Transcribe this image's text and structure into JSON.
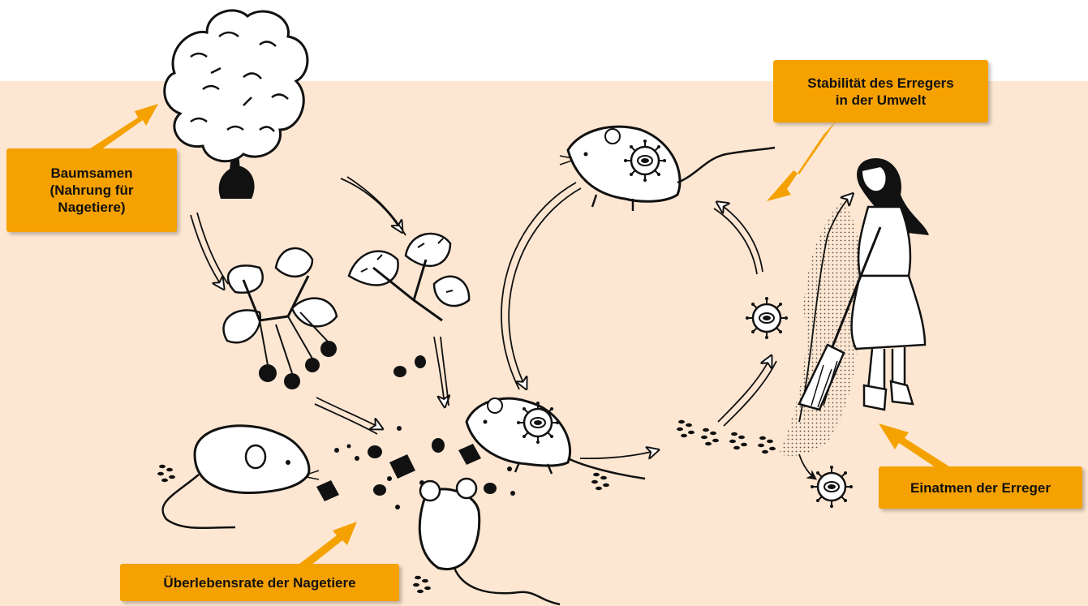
{
  "labels": {
    "seeds": {
      "line1": "Baumsamen",
      "line2": "(Nahrung für",
      "line3": "Nagetiere)"
    },
    "survival": "Überlebensrate der Nagetiere",
    "stability": {
      "line1": "Stabilität des Erregers",
      "line2": "in der Umwelt"
    },
    "inhale": "Einatmen der Erreger"
  },
  "colors": {
    "background_band": "#fde7d2",
    "label_box": "#f5a100",
    "pointer_arrow": "#f5a100",
    "line_art": "#111111"
  },
  "icons": [
    "tree-icon",
    "beech-branch-icon",
    "oak-branch-icon",
    "acorn-icon",
    "mouse-icon",
    "virus-icon",
    "droppings-icon",
    "woman-sweeping-icon",
    "broom-icon",
    "dust-cloud-icon"
  ]
}
